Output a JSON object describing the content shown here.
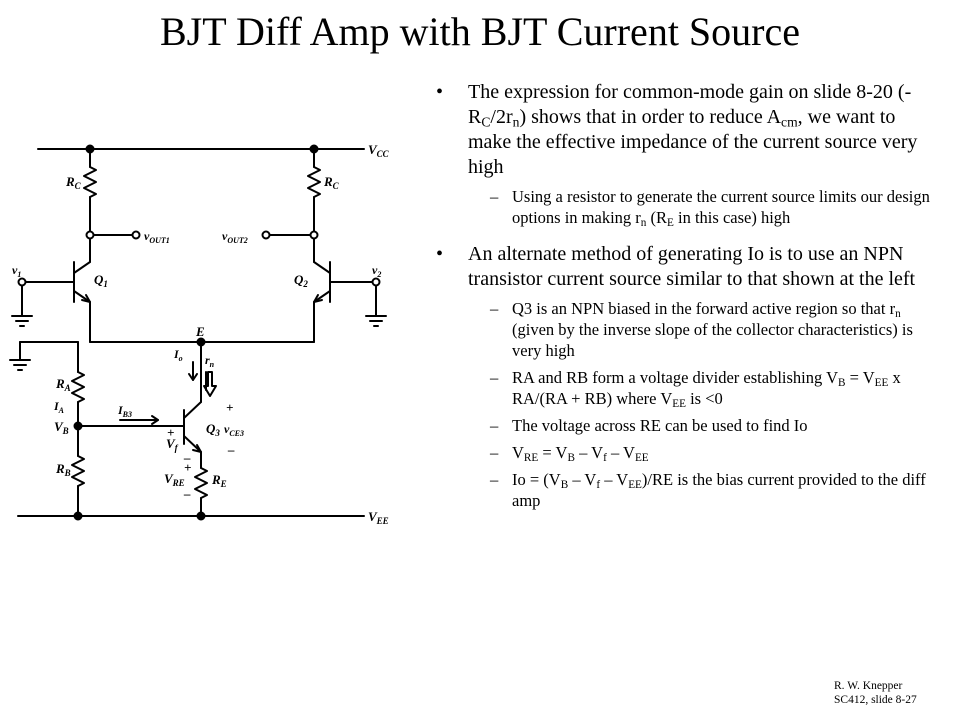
{
  "slide": {
    "title": "BJT Diff Amp with BJT Current Source",
    "credit_line1": "R. W. Knepper",
    "credit_line2": "SC412, slide 8-27"
  },
  "bullets": [
    {
      "text": {
        "p1": "The expression for common-mode gain on slide 8-20 (-R",
        "s1": "C",
        "p2": "/2r",
        "s2": "n",
        "p3": ") shows that in order to reduce A",
        "s3": "cm",
        "p4": ", we want to make the effective impedance of the current source very high"
      },
      "subs": [
        {
          "p1": "Using a resistor to generate the current source limits our design options in making r",
          "s1": "n",
          "p2": " (R",
          "s2": "E",
          "p3": " in this case) high"
        }
      ]
    },
    {
      "text": "An alternate method of generating Io is to use an NPN transistor current source similar to that shown at the left",
      "subs": [
        {
          "p1": "Q3 is an NPN biased in the forward active region so that r",
          "s1": "n",
          "p2": " (given by the inverse slope of the collector characteristics)  is very high"
        },
        {
          "p1": "RA and RB form a voltage divider establishing V",
          "s1": "B",
          "p2": " = V",
          "s2": "EE",
          "p3": " x RA/(RA + RB) where V",
          "s3": "EE",
          "p4": " is <0"
        },
        {
          "p1": "The voltage across RE can be used to find Io"
        },
        {
          "p1": "V",
          "s1": "RE",
          "p2": " = V",
          "s2": "B",
          "p3": " – V",
          "s3": "f",
          "p4": " – V",
          "s4": "EE"
        },
        {
          "p1": "Io = (V",
          "s1": "B",
          "p2": " – V",
          "s2": "f",
          "p3": " – V",
          "s3": "EE",
          "p4": ")/RE is the bias current provided to the diff amp"
        }
      ]
    }
  ],
  "bullet_marks": {
    "dot": "•",
    "dash": "–"
  },
  "circuit": {
    "vcc": "V",
    "vcc_sub": "CC",
    "vee": "V",
    "vee_sub": "EE",
    "rc_left": "R",
    "rc_left_sub": "C",
    "rc_right": "R",
    "rc_right_sub": "C",
    "vout1": "v",
    "vout1_sub": "OUT1",
    "vout2": "v",
    "vout2_sub": "OUT2",
    "v1": "v",
    "v1_sub": "1",
    "v2": "v",
    "v2_sub": "2",
    "q1": "Q",
    "q1_sub": "1",
    "q2": "Q",
    "q2_sub": "2",
    "q3": "Q",
    "q3_sub": "3",
    "e_node": "E",
    "io": "I",
    "io_sub": "o",
    "rn": "r",
    "rn_sub": "n",
    "ra": "R",
    "ra_sub": "A",
    "rb": "R",
    "rb_sub": "B",
    "re": "R",
    "re_sub": "E",
    "ia": "I",
    "ia_sub": "A",
    "ib3": "I",
    "ib3_sub": "B3",
    "vb": "V",
    "vb_sub": "B",
    "vf": "V",
    "vf_sub": "f",
    "vre": "V",
    "vre_sub": "RE",
    "vce3": "v",
    "vce3_sub": "CE3",
    "plus": "+",
    "minus": "–"
  }
}
